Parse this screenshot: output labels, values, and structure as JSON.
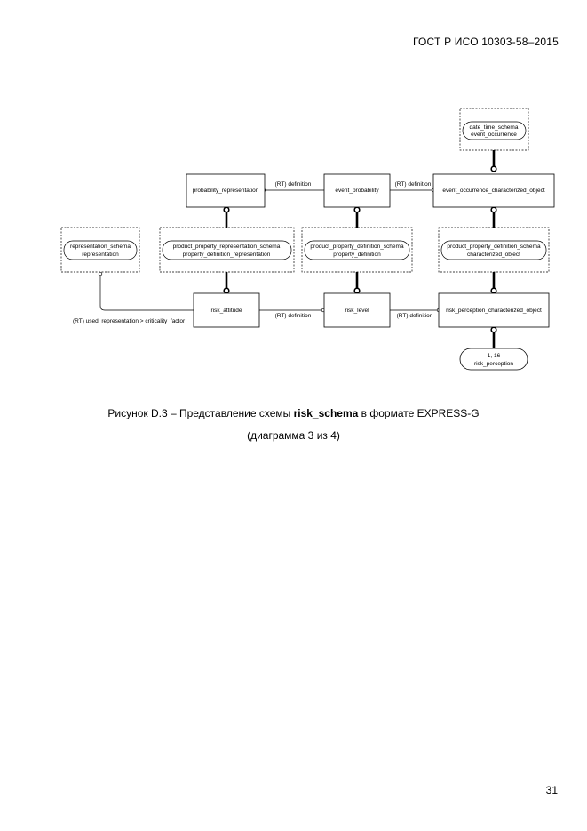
{
  "header": {
    "doc_number": "ГОСТ Р ИСО 10303-58–2015"
  },
  "diagram": {
    "entities": {
      "probability_representation": "probability_representation",
      "event_probability": "event_probability",
      "event_occurrence_characterized_object": "event_occurrence_characterized_object",
      "risk_attitude": "risk_attitude",
      "risk_level": "risk_level",
      "risk_perception_characterized_object": "risk_perception_characterized_object"
    },
    "references": {
      "date_time": {
        "schema": "date_time_schema",
        "name": "event_occurrence"
      },
      "representation": {
        "schema": "representation_schema",
        "name": "representation"
      },
      "ppr": {
        "schema": "product_property_representation_schema",
        "name": "property_definition_representation"
      },
      "ppd_pd": {
        "schema": "product_property_definition_schema",
        "name": "property_definition"
      },
      "ppd_co": {
        "schema": "product_property_definition_schema",
        "name": "characterized_object"
      }
    },
    "page_ref": {
      "pages": "1, 16",
      "name": "risk_perception"
    },
    "relations": {
      "rt_definition": "(RT) definition",
      "rt_used_rep": "(RT) used_representation > criticality_factor"
    }
  },
  "caption": {
    "line1_prefix": "Рисунок  D.3 – Представление схемы ",
    "line1_bold": "risk_schema",
    "line1_suffix": " в формате EXPRESS-G",
    "line2": "(диаграмма 3 из 4)"
  },
  "page_number": "31"
}
